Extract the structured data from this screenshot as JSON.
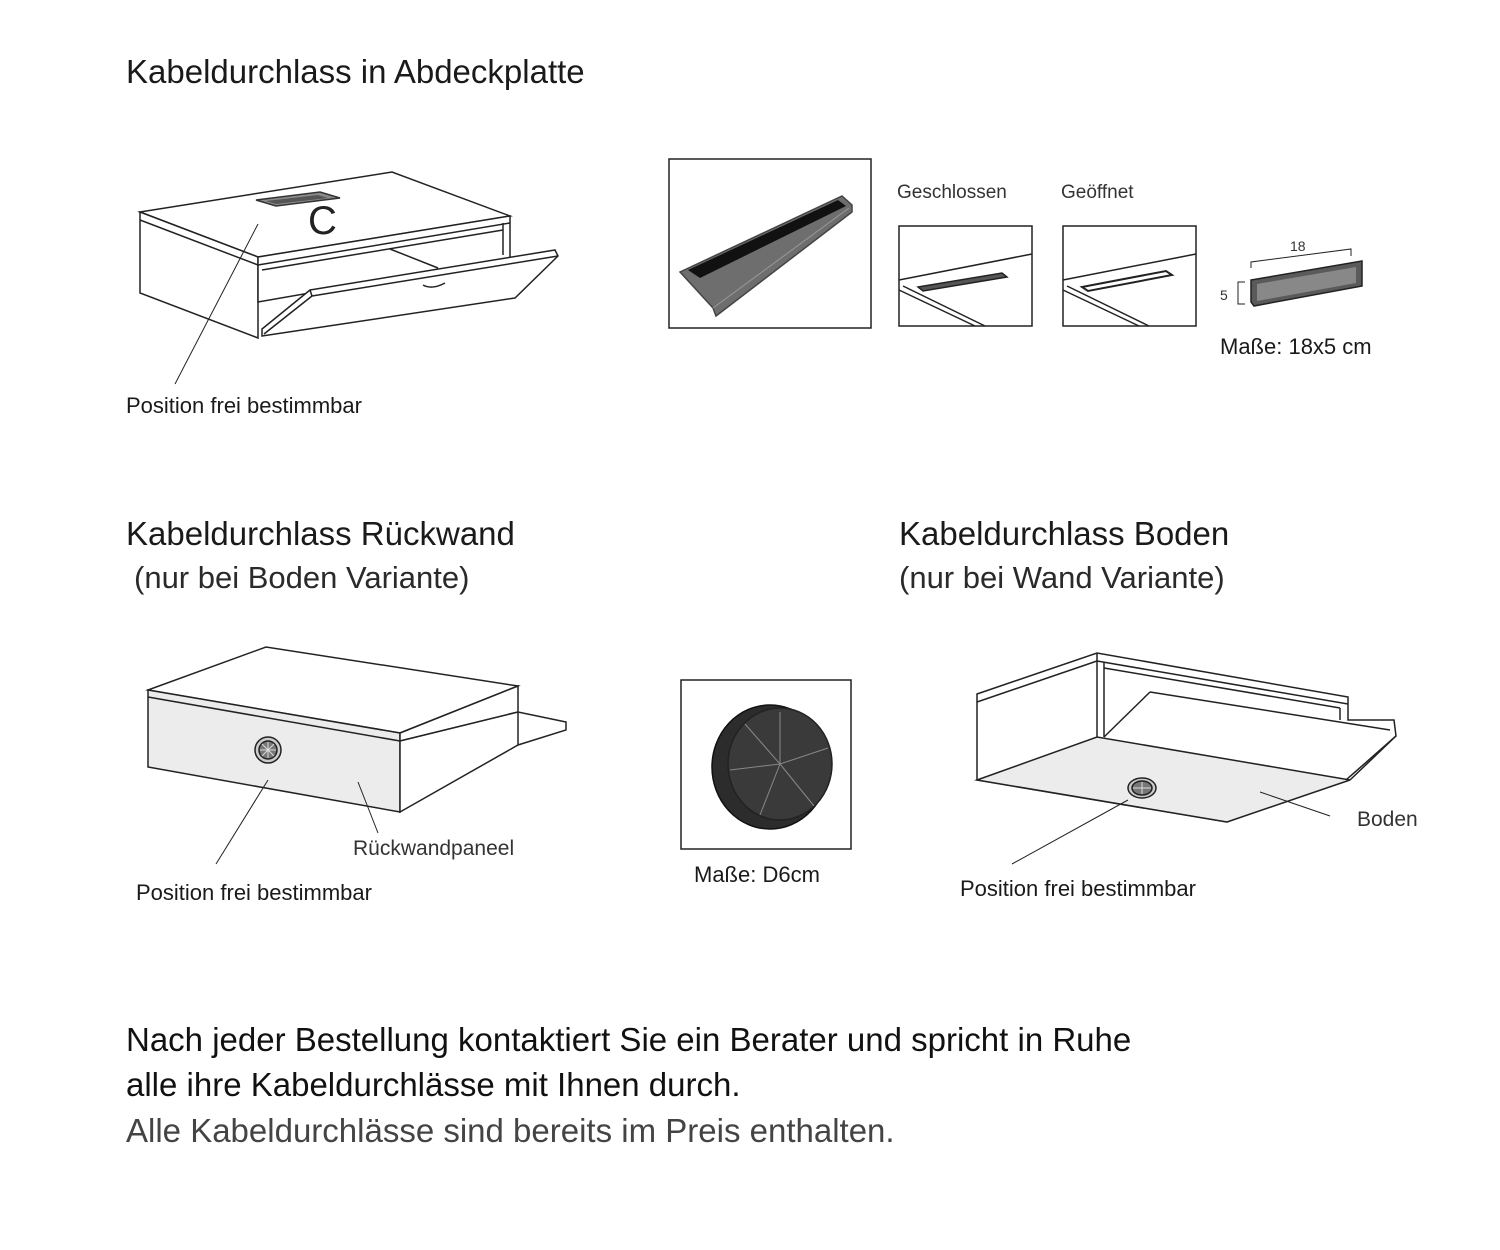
{
  "section_top": {
    "title": "Kabeldurchlass in Abdeckplatte",
    "position_label": "Position frei bestimmbar",
    "closed_label": "Geschlossen",
    "open_label": "Geöffnet",
    "dim_width": "18",
    "dim_height": "5",
    "dimensions": "Maße: 18x5 cm"
  },
  "section_back": {
    "title": "Kabeldurchlass Rückwand",
    "subtitle": "(nur bei Boden Variante)",
    "panel_label": "Rückwandpaneel",
    "position_label": "Position frei bestimmbar"
  },
  "grommet": {
    "dimensions": "Maße: D6cm"
  },
  "section_floor": {
    "title": "Kabeldurchlass Boden",
    "subtitle": "(nur bei Wand Variante)",
    "floor_label": "Boden",
    "position_label": "Position frei bestimmbar"
  },
  "footer": {
    "line1": "Nach jeder Bestellung kontaktiert Sie ein Berater und spricht in Ruhe",
    "line2": "alle ihre Kabeldurchlässe mit Ihnen durch.",
    "line3": "Alle Kabeldurchlässe sind bereits im Preis enthalten."
  },
  "colors": {
    "line": "#222222",
    "panel_fill": "#ececec",
    "metal": "#6b6b6b",
    "slot": "#1a1a1a"
  }
}
